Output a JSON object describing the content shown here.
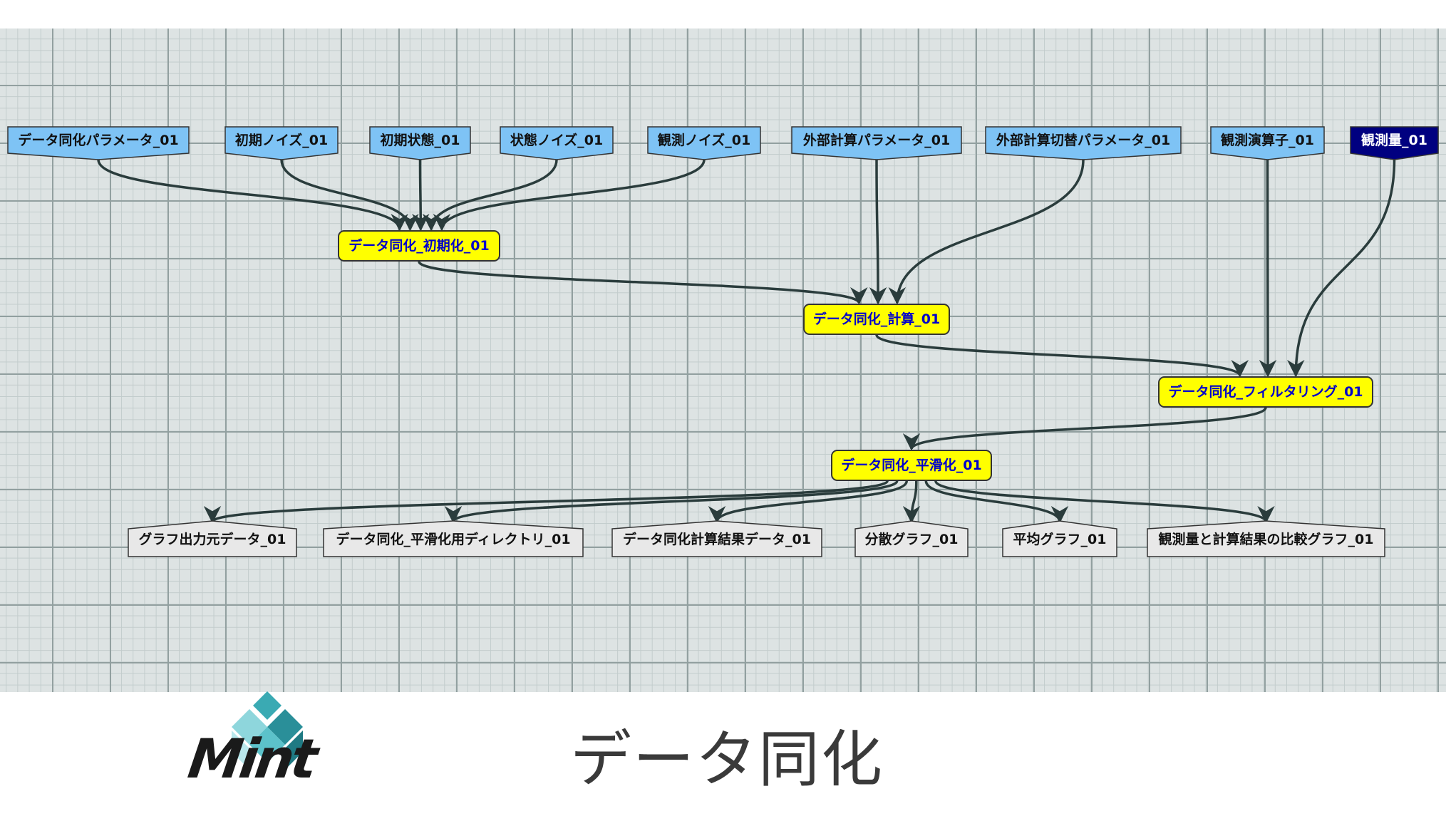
{
  "inputs": [
    {
      "id": "param",
      "label": "データ同化パラメータ_01"
    },
    {
      "id": "initnoise",
      "label": "初期ノイズ_01"
    },
    {
      "id": "initstate",
      "label": "初期状態_01"
    },
    {
      "id": "statenoise",
      "label": "状態ノイズ_01"
    },
    {
      "id": "obsnoise",
      "label": "観測ノイズ_01"
    },
    {
      "id": "extparam",
      "label": "外部計算パラメータ_01"
    },
    {
      "id": "extswitch",
      "label": "外部計算切替パラメータ_01"
    },
    {
      "id": "obsop",
      "label": "観測演算子_01"
    },
    {
      "id": "obs",
      "label": "観測量_01"
    }
  ],
  "processes": [
    {
      "id": "init",
      "label": "データ同化_初期化_01"
    },
    {
      "id": "calc",
      "label": "データ同化_計算_01"
    },
    {
      "id": "filter",
      "label": "データ同化_フィルタリング_01"
    },
    {
      "id": "smooth",
      "label": "データ同化_平滑化_01"
    }
  ],
  "outputs": [
    {
      "id": "graphsrc",
      "label": "グラフ出力元データ_01"
    },
    {
      "id": "smoothdir",
      "label": "データ同化_平滑化用ディレクトリ_01"
    },
    {
      "id": "result",
      "label": "データ同化計算結果データ_01"
    },
    {
      "id": "vargraph",
      "label": "分散グラフ_01"
    },
    {
      "id": "meangraph",
      "label": "平均グラフ_01"
    },
    {
      "id": "compgraph",
      "label": "観測量と計算結果の比較グラフ_01"
    }
  ],
  "edges": [
    [
      "param",
      "init"
    ],
    [
      "initnoise",
      "init"
    ],
    [
      "initstate",
      "init"
    ],
    [
      "statenoise",
      "init"
    ],
    [
      "obsnoise",
      "init"
    ],
    [
      "init",
      "calc"
    ],
    [
      "extparam",
      "calc"
    ],
    [
      "extswitch",
      "calc"
    ],
    [
      "calc",
      "filter"
    ],
    [
      "obsop",
      "filter"
    ],
    [
      "obs",
      "filter"
    ],
    [
      "filter",
      "smooth"
    ],
    [
      "smooth",
      "graphsrc"
    ],
    [
      "smooth",
      "smoothdir"
    ],
    [
      "smooth",
      "result"
    ],
    [
      "smooth",
      "vargraph"
    ],
    [
      "smooth",
      "meangraph"
    ],
    [
      "smooth",
      "compgraph"
    ]
  ],
  "colors": {
    "input_fill": "#7ec3f5",
    "input_dark_fill": "#000080",
    "process_fill": "#ffff00",
    "output_fill": "#e8e8e8",
    "edge": "#2a3c3c"
  },
  "footer": {
    "title": "データ同化",
    "logo_text": "Mint"
  }
}
